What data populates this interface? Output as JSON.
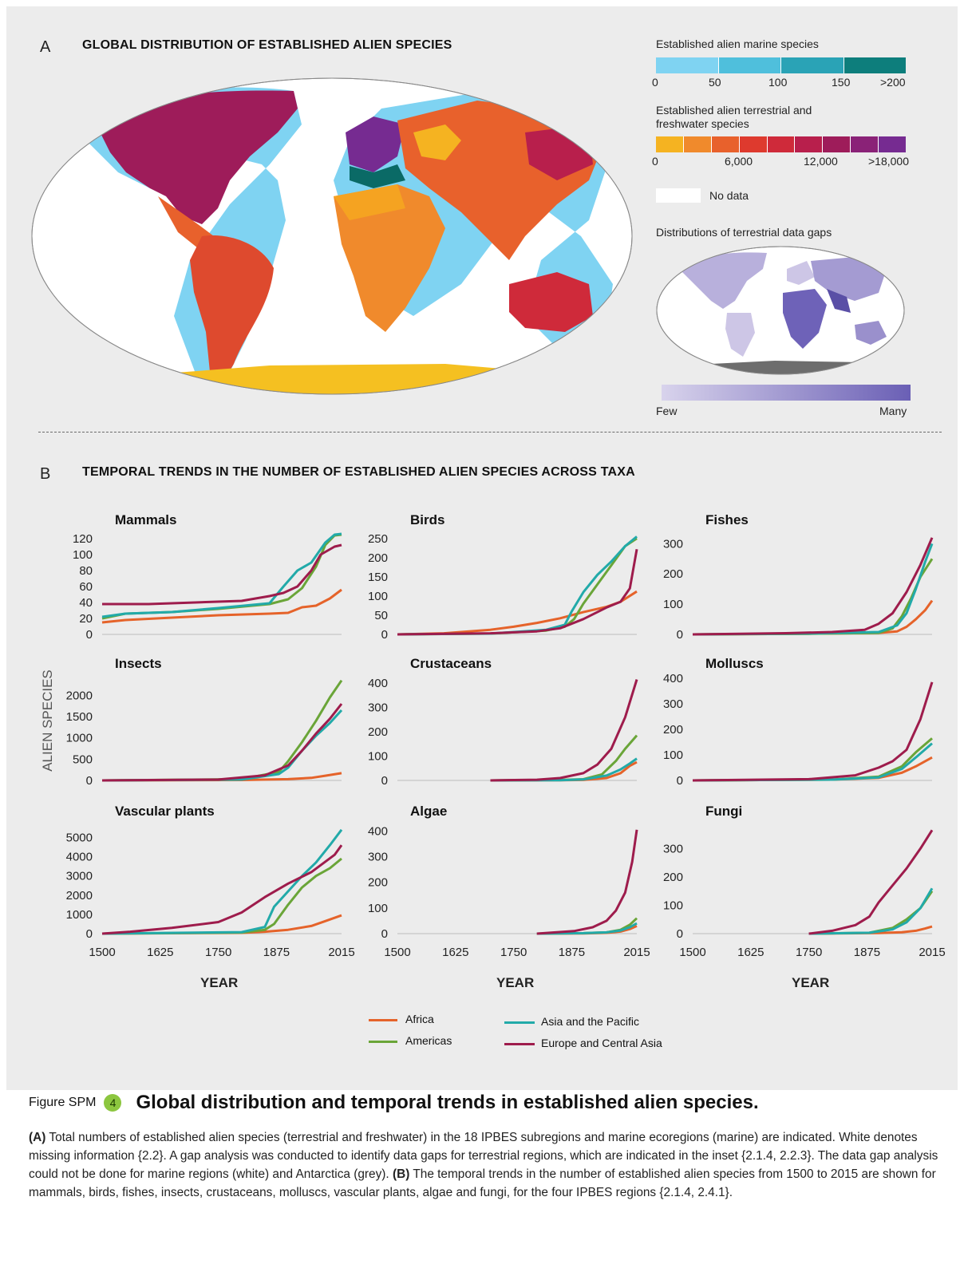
{
  "panel_a": {
    "letter": "A",
    "title": "GLOBAL DISTRIBUTION OF ESTABLISHED ALIEN SPECIES",
    "marine_legend": {
      "title": "Established alien marine species",
      "ticks": [
        "0",
        "50",
        "100",
        "150",
        ">200"
      ],
      "colors": [
        "#7fd3f2",
        "#4fbfdc",
        "#2aa3b6",
        "#138a8f",
        "#0a6a66"
      ]
    },
    "terrestrial_legend": {
      "title_line1": "Established alien terrestrial and",
      "title_line2": "freshwater species",
      "ticks": [
        "0",
        "6,000",
        "12,000",
        ">18,000"
      ],
      "colors": [
        "#f5b321",
        "#f08a2c",
        "#e8612c",
        "#de3a2e",
        "#cf2a3a",
        "#b81f4c",
        "#9e1c5a",
        "#8a2277",
        "#762b91"
      ]
    },
    "nodata_label": "No data",
    "gaps_title": "Distributions of terrestrial data gaps",
    "gaps_scale": {
      "low": "Few",
      "high": "Many"
    }
  },
  "panel_b": {
    "letter": "B",
    "title": "TEMPORAL TRENDS IN THE NUMBER OF ESTABLISHED ALIEN SPECIES ACROSS TAXA",
    "y_title": "ALIEN SPECIES",
    "x_title": "YEAR"
  },
  "chart_data": [
    {
      "type": "line",
      "title": "Mammals",
      "xlim": [
        1500,
        2015
      ],
      "ylim": [
        0,
        125
      ],
      "yticks": [
        0,
        20,
        40,
        60,
        80,
        100,
        120
      ],
      "xticks": [
        1500,
        1625,
        1750,
        1875,
        2015
      ],
      "show_xticks": false,
      "series": [
        {
          "name": "Africa",
          "x": [
            1500,
            1550,
            1650,
            1750,
            1860,
            1900,
            1930,
            1960,
            1990,
            2015
          ],
          "y": [
            15,
            18,
            21,
            24,
            26,
            27,
            34,
            36,
            45,
            56
          ]
        },
        {
          "name": "Americas",
          "x": [
            1500,
            1550,
            1650,
            1750,
            1860,
            1900,
            1930,
            1960,
            1980,
            2000,
            2015
          ],
          "y": [
            20,
            26,
            28,
            32,
            38,
            44,
            58,
            85,
            112,
            124,
            125
          ]
        },
        {
          "name": "Asia and the Pacific",
          "x": [
            1500,
            1550,
            1650,
            1750,
            1860,
            1890,
            1920,
            1950,
            1980,
            2000,
            2015
          ],
          "y": [
            22,
            26,
            28,
            33,
            39,
            60,
            80,
            90,
            115,
            125,
            126
          ]
        },
        {
          "name": "Europe and Central Asia",
          "x": [
            1500,
            1600,
            1700,
            1800,
            1860,
            1890,
            1920,
            1950,
            1970,
            2000,
            2015
          ],
          "y": [
            38,
            38,
            40,
            42,
            48,
            52,
            60,
            80,
            100,
            110,
            112
          ]
        }
      ]
    },
    {
      "type": "line",
      "title": "Birds",
      "xlim": [
        1500,
        2015
      ],
      "ylim": [
        0,
        260
      ],
      "yticks": [
        0,
        50,
        100,
        150,
        200,
        250
      ],
      "xticks": [
        1500,
        1625,
        1750,
        1875,
        2015
      ],
      "show_xticks": false,
      "series": [
        {
          "name": "Africa",
          "x": [
            1500,
            1600,
            1700,
            1750,
            1800,
            1850,
            1900,
            1950,
            1980,
            2015
          ],
          "y": [
            0,
            3,
            12,
            20,
            30,
            42,
            58,
            72,
            85,
            112
          ]
        },
        {
          "name": "Americas",
          "x": [
            1500,
            1700,
            1820,
            1860,
            1880,
            1900,
            1930,
            1960,
            1990,
            2015
          ],
          "y": [
            0,
            2,
            10,
            20,
            40,
            80,
            130,
            180,
            230,
            250
          ]
        },
        {
          "name": "Asia and the Pacific",
          "x": [
            1500,
            1700,
            1820,
            1860,
            1875,
            1900,
            1930,
            1960,
            1990,
            2015
          ],
          "y": [
            0,
            2,
            12,
            25,
            60,
            110,
            155,
            190,
            230,
            255
          ]
        },
        {
          "name": "Europe and Central Asia",
          "x": [
            1500,
            1700,
            1800,
            1850,
            1900,
            1950,
            1980,
            2000,
            2015
          ],
          "y": [
            0,
            3,
            8,
            16,
            40,
            70,
            85,
            120,
            222
          ]
        }
      ]
    },
    {
      "type": "line",
      "title": "Fishes",
      "xlim": [
        1500,
        2015
      ],
      "ylim": [
        0,
        330
      ],
      "yticks": [
        0,
        100,
        200,
        300
      ],
      "xticks": [
        1500,
        1625,
        1750,
        1875,
        2015
      ],
      "show_xticks": false,
      "series": [
        {
          "name": "Africa",
          "x": [
            1500,
            1750,
            1900,
            1940,
            1960,
            1980,
            2000,
            2015
          ],
          "y": [
            0,
            2,
            5,
            10,
            25,
            50,
            80,
            112
          ]
        },
        {
          "name": "Americas",
          "x": [
            1500,
            1750,
            1900,
            1930,
            1950,
            1970,
            1990,
            2015
          ],
          "y": [
            0,
            2,
            5,
            20,
            60,
            120,
            190,
            250
          ]
        },
        {
          "name": "Asia and the Pacific",
          "x": [
            1500,
            1750,
            1900,
            1940,
            1960,
            1980,
            2000,
            2015
          ],
          "y": [
            0,
            3,
            8,
            30,
            70,
            150,
            240,
            300
          ]
        },
        {
          "name": "Europe and Central Asia",
          "x": [
            1500,
            1700,
            1800,
            1870,
            1900,
            1930,
            1960,
            1990,
            2015
          ],
          "y": [
            0,
            4,
            8,
            15,
            35,
            70,
            140,
            230,
            320
          ]
        }
      ]
    },
    {
      "type": "line",
      "title": "Insects",
      "xlim": [
        1500,
        2015
      ],
      "ylim": [
        0,
        2400
      ],
      "yticks": [
        0,
        500,
        1000,
        1500,
        2000
      ],
      "xticks": [
        1500,
        1625,
        1750,
        1875,
        2015
      ],
      "show_xticks": false,
      "series": [
        {
          "name": "Africa",
          "x": [
            1500,
            1800,
            1900,
            1950,
            1980,
            2015
          ],
          "y": [
            0,
            10,
            30,
            60,
            110,
            170
          ]
        },
        {
          "name": "Americas",
          "x": [
            1500,
            1800,
            1880,
            1900,
            1930,
            1960,
            1990,
            2015
          ],
          "y": [
            0,
            30,
            200,
            450,
            900,
            1400,
            1950,
            2350
          ]
        },
        {
          "name": "Asia and the Pacific",
          "x": [
            1500,
            1800,
            1880,
            1900,
            1930,
            1960,
            1990,
            2015
          ],
          "y": [
            0,
            20,
            150,
            300,
            700,
            1050,
            1350,
            1650
          ]
        },
        {
          "name": "Europe and Central Asia",
          "x": [
            1500,
            1750,
            1850,
            1900,
            1930,
            1960,
            1990,
            2015
          ],
          "y": [
            0,
            20,
            120,
            350,
            700,
            1100,
            1450,
            1800
          ]
        }
      ]
    },
    {
      "type": "line",
      "title": "Crustaceans",
      "xlim": [
        1500,
        2015
      ],
      "ylim": [
        0,
        420
      ],
      "yticks": [
        0,
        100,
        200,
        300,
        400
      ],
      "xticks": [
        1500,
        1625,
        1750,
        1875,
        2015
      ],
      "show_xticks": false,
      "series": [
        {
          "name": "Africa",
          "x": [
            1700,
            1850,
            1900,
            1950,
            1980,
            2000,
            2015
          ],
          "y": [
            0,
            1,
            2,
            10,
            30,
            60,
            75
          ]
        },
        {
          "name": "Americas",
          "x": [
            1700,
            1850,
            1900,
            1940,
            1970,
            1990,
            2015
          ],
          "y": [
            0,
            2,
            5,
            25,
            80,
            130,
            185
          ]
        },
        {
          "name": "Asia and the Pacific",
          "x": [
            1700,
            1850,
            1900,
            1950,
            1980,
            2000,
            2015
          ],
          "y": [
            0,
            1,
            4,
            20,
            45,
            70,
            90
          ]
        },
        {
          "name": "Europe and Central Asia",
          "x": [
            1700,
            1800,
            1850,
            1900,
            1930,
            1960,
            1990,
            2015
          ],
          "y": [
            0,
            3,
            10,
            30,
            65,
            130,
            260,
            415
          ]
        }
      ]
    },
    {
      "type": "line",
      "title": "Molluscs",
      "xlim": [
        1500,
        2015
      ],
      "ylim": [
        0,
        400
      ],
      "yticks": [
        0,
        100,
        200,
        300,
        400
      ],
      "xticks": [
        1500,
        1625,
        1750,
        1875,
        2015
      ],
      "show_xticks": false,
      "series": [
        {
          "name": "Africa",
          "x": [
            1500,
            1800,
            1900,
            1950,
            1980,
            2015
          ],
          "y": [
            0,
            3,
            10,
            30,
            55,
            90
          ]
        },
        {
          "name": "Americas",
          "x": [
            1500,
            1800,
            1900,
            1950,
            1980,
            2015
          ],
          "y": [
            0,
            3,
            15,
            55,
            110,
            165
          ]
        },
        {
          "name": "Asia and the Pacific",
          "x": [
            1500,
            1800,
            1900,
            1950,
            1980,
            2015
          ],
          "y": [
            0,
            3,
            12,
            45,
            90,
            145
          ]
        },
        {
          "name": "Europe and Central Asia",
          "x": [
            1500,
            1750,
            1850,
            1900,
            1930,
            1960,
            1990,
            2015
          ],
          "y": [
            0,
            5,
            20,
            50,
            75,
            120,
            240,
            385
          ]
        }
      ]
    },
    {
      "type": "line",
      "title": "Vascular plants",
      "xlim": [
        1500,
        2015
      ],
      "ylim": [
        0,
        5600
      ],
      "yticks": [
        0,
        1000,
        2000,
        3000,
        4000,
        5000
      ],
      "xticks": [
        1500,
        1625,
        1750,
        1875,
        2015
      ],
      "show_xticks": true,
      "series": [
        {
          "name": "Africa",
          "x": [
            1500,
            1800,
            1850,
            1900,
            1950,
            1980,
            2015
          ],
          "y": [
            0,
            40,
            100,
            200,
            400,
            650,
            950
          ]
        },
        {
          "name": "Americas",
          "x": [
            1500,
            1800,
            1850,
            1870,
            1900,
            1930,
            1960,
            1990,
            2015
          ],
          "y": [
            0,
            60,
            200,
            500,
            1500,
            2400,
            3000,
            3400,
            3900
          ]
        },
        {
          "name": "Asia and the Pacific",
          "x": [
            1500,
            1800,
            1850,
            1870,
            1900,
            1930,
            1960,
            1990,
            2015
          ],
          "y": [
            0,
            80,
            350,
            1400,
            2200,
            3000,
            3700,
            4600,
            5400
          ]
        },
        {
          "name": "Europe and Central Asia",
          "x": [
            1500,
            1560,
            1650,
            1750,
            1800,
            1850,
            1900,
            1950,
            2000,
            2015
          ],
          "y": [
            0,
            100,
            300,
            600,
            1100,
            1900,
            2600,
            3200,
            4100,
            4600
          ]
        }
      ]
    },
    {
      "type": "line",
      "title": "Algae",
      "xlim": [
        1500,
        2015
      ],
      "ylim": [
        0,
        420
      ],
      "yticks": [
        0,
        100,
        200,
        300,
        400
      ],
      "xticks": [
        1500,
        1625,
        1750,
        1875,
        2015
      ],
      "show_xticks": true,
      "series": [
        {
          "name": "Africa",
          "x": [
            1800,
            1900,
            1950,
            1980,
            2000,
            2015
          ],
          "y": [
            0,
            1,
            3,
            8,
            18,
            30
          ]
        },
        {
          "name": "Americas",
          "x": [
            1800,
            1900,
            1950,
            1980,
            2000,
            2015
          ],
          "y": [
            0,
            2,
            5,
            15,
            35,
            60
          ]
        },
        {
          "name": "Asia and the Pacific",
          "x": [
            1800,
            1900,
            1950,
            1980,
            2000,
            2015
          ],
          "y": [
            0,
            2,
            5,
            12,
            25,
            40
          ]
        },
        {
          "name": "Europe and Central Asia",
          "x": [
            1800,
            1880,
            1920,
            1950,
            1970,
            1990,
            2005,
            2015
          ],
          "y": [
            0,
            10,
            25,
            50,
            90,
            160,
            280,
            405
          ]
        }
      ]
    },
    {
      "type": "line",
      "title": "Fungi",
      "xlim": [
        1500,
        2015
      ],
      "ylim": [
        0,
        380
      ],
      "yticks": [
        0,
        100,
        200,
        300
      ],
      "xticks": [
        1500,
        1625,
        1750,
        1875,
        2015
      ],
      "show_xticks": true,
      "series": [
        {
          "name": "Africa",
          "x": [
            1750,
            1900,
            1950,
            1980,
            2000,
            2015
          ],
          "y": [
            0,
            2,
            5,
            10,
            18,
            25
          ]
        },
        {
          "name": "Americas",
          "x": [
            1750,
            1880,
            1930,
            1960,
            1990,
            2015
          ],
          "y": [
            0,
            3,
            20,
            50,
            90,
            150
          ]
        },
        {
          "name": "Asia and the Pacific",
          "x": [
            1750,
            1880,
            1930,
            1960,
            1990,
            2015
          ],
          "y": [
            0,
            3,
            15,
            40,
            90,
            160
          ]
        },
        {
          "name": "Europe and Central Asia",
          "x": [
            1750,
            1800,
            1850,
            1880,
            1900,
            1930,
            1960,
            1990,
            2015
          ],
          "y": [
            0,
            10,
            30,
            60,
            110,
            170,
            230,
            300,
            365
          ]
        }
      ]
    }
  ],
  "series_colors": {
    "Africa": "#e5632a",
    "Americas": "#6aa538",
    "Asia and the Pacific": "#22aaa9",
    "Europe and Central Asia": "#9e1c4c"
  },
  "legend": {
    "items": [
      "Africa",
      "Americas",
      "Asia and the Pacific",
      "Europe and Central Asia"
    ]
  },
  "caption": {
    "prefix": "Figure SPM",
    "number": "4",
    "title": "Global distribution and temporal trends in established alien species.",
    "a_label": "(A)",
    "a_text": " Total numbers of established alien species (terrestrial and freshwater) in the 18 IPBES subregions and marine ecoregions (marine) are indicated. White denotes missing information {2.2}. A gap analysis was conducted to identify data gaps for terrestrial regions, which are indicated in the inset {2.1.4, 2.2.3}. The data gap analysis could not be done for marine regions (white) and Antarctica (grey). ",
    "b_label": "(B)",
    "b_text": " The temporal trends in the number of established alien species from 1500 to 2015 are shown for mammals, birds, fishes, insects, crustaceans, molluscs, vascular plants, algae and fungi, for the four IPBES regions {2.1.4, 2.4.1}."
  }
}
